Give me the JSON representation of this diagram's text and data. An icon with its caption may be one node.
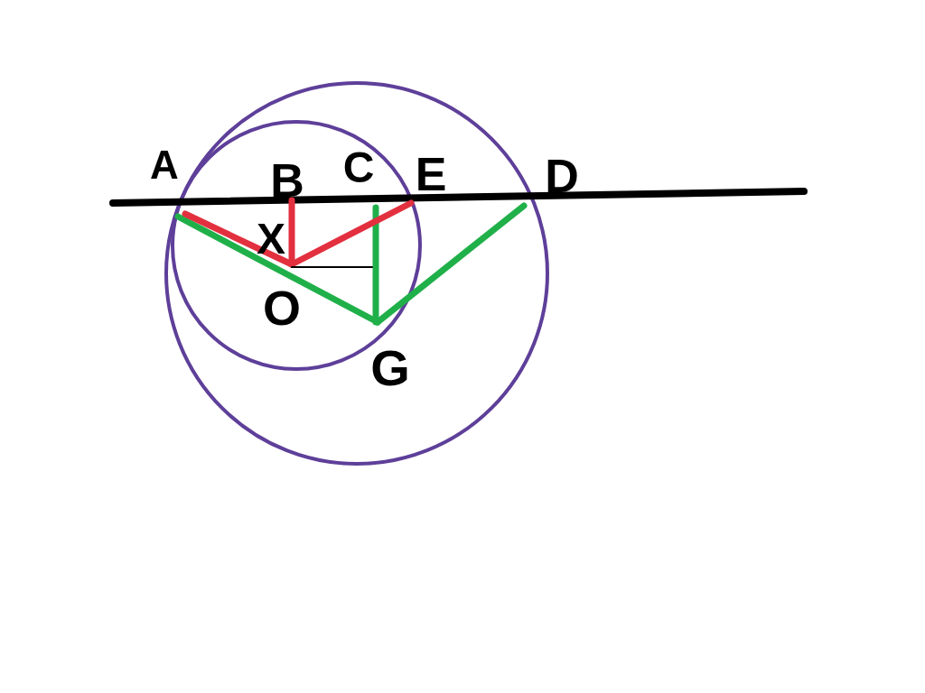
{
  "diagram": {
    "labels": [
      "A",
      "B",
      "C",
      "E",
      "D",
      "X",
      "O",
      "G"
    ]
  }
}
